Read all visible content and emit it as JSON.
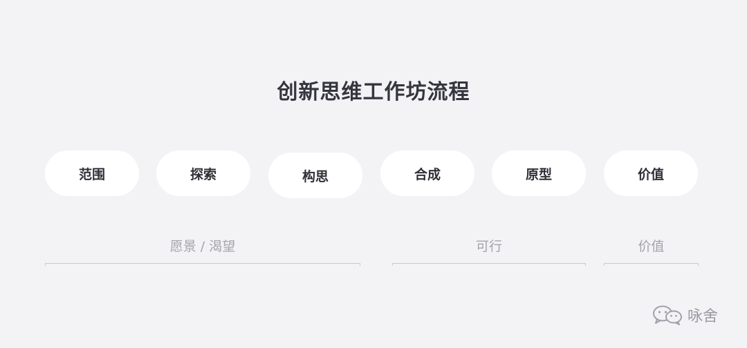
{
  "title": "创新思维工作坊流程",
  "steps": [
    {
      "label": "范围"
    },
    {
      "label": "探索"
    },
    {
      "label": "构思"
    },
    {
      "label": "合成"
    },
    {
      "label": "原型"
    },
    {
      "label": "价值"
    }
  ],
  "phases": [
    {
      "label": "愿景 / 渴望"
    },
    {
      "label": "可行"
    },
    {
      "label": "价值"
    }
  ],
  "watermark": {
    "text": "咏舍",
    "icon": "wechat-icon"
  },
  "colors": {
    "background": "#f3f3f6",
    "pill": "#ffffff",
    "title": "#35353f",
    "phase_text": "#a3a3aa",
    "bracket": "#c8c8ce"
  }
}
